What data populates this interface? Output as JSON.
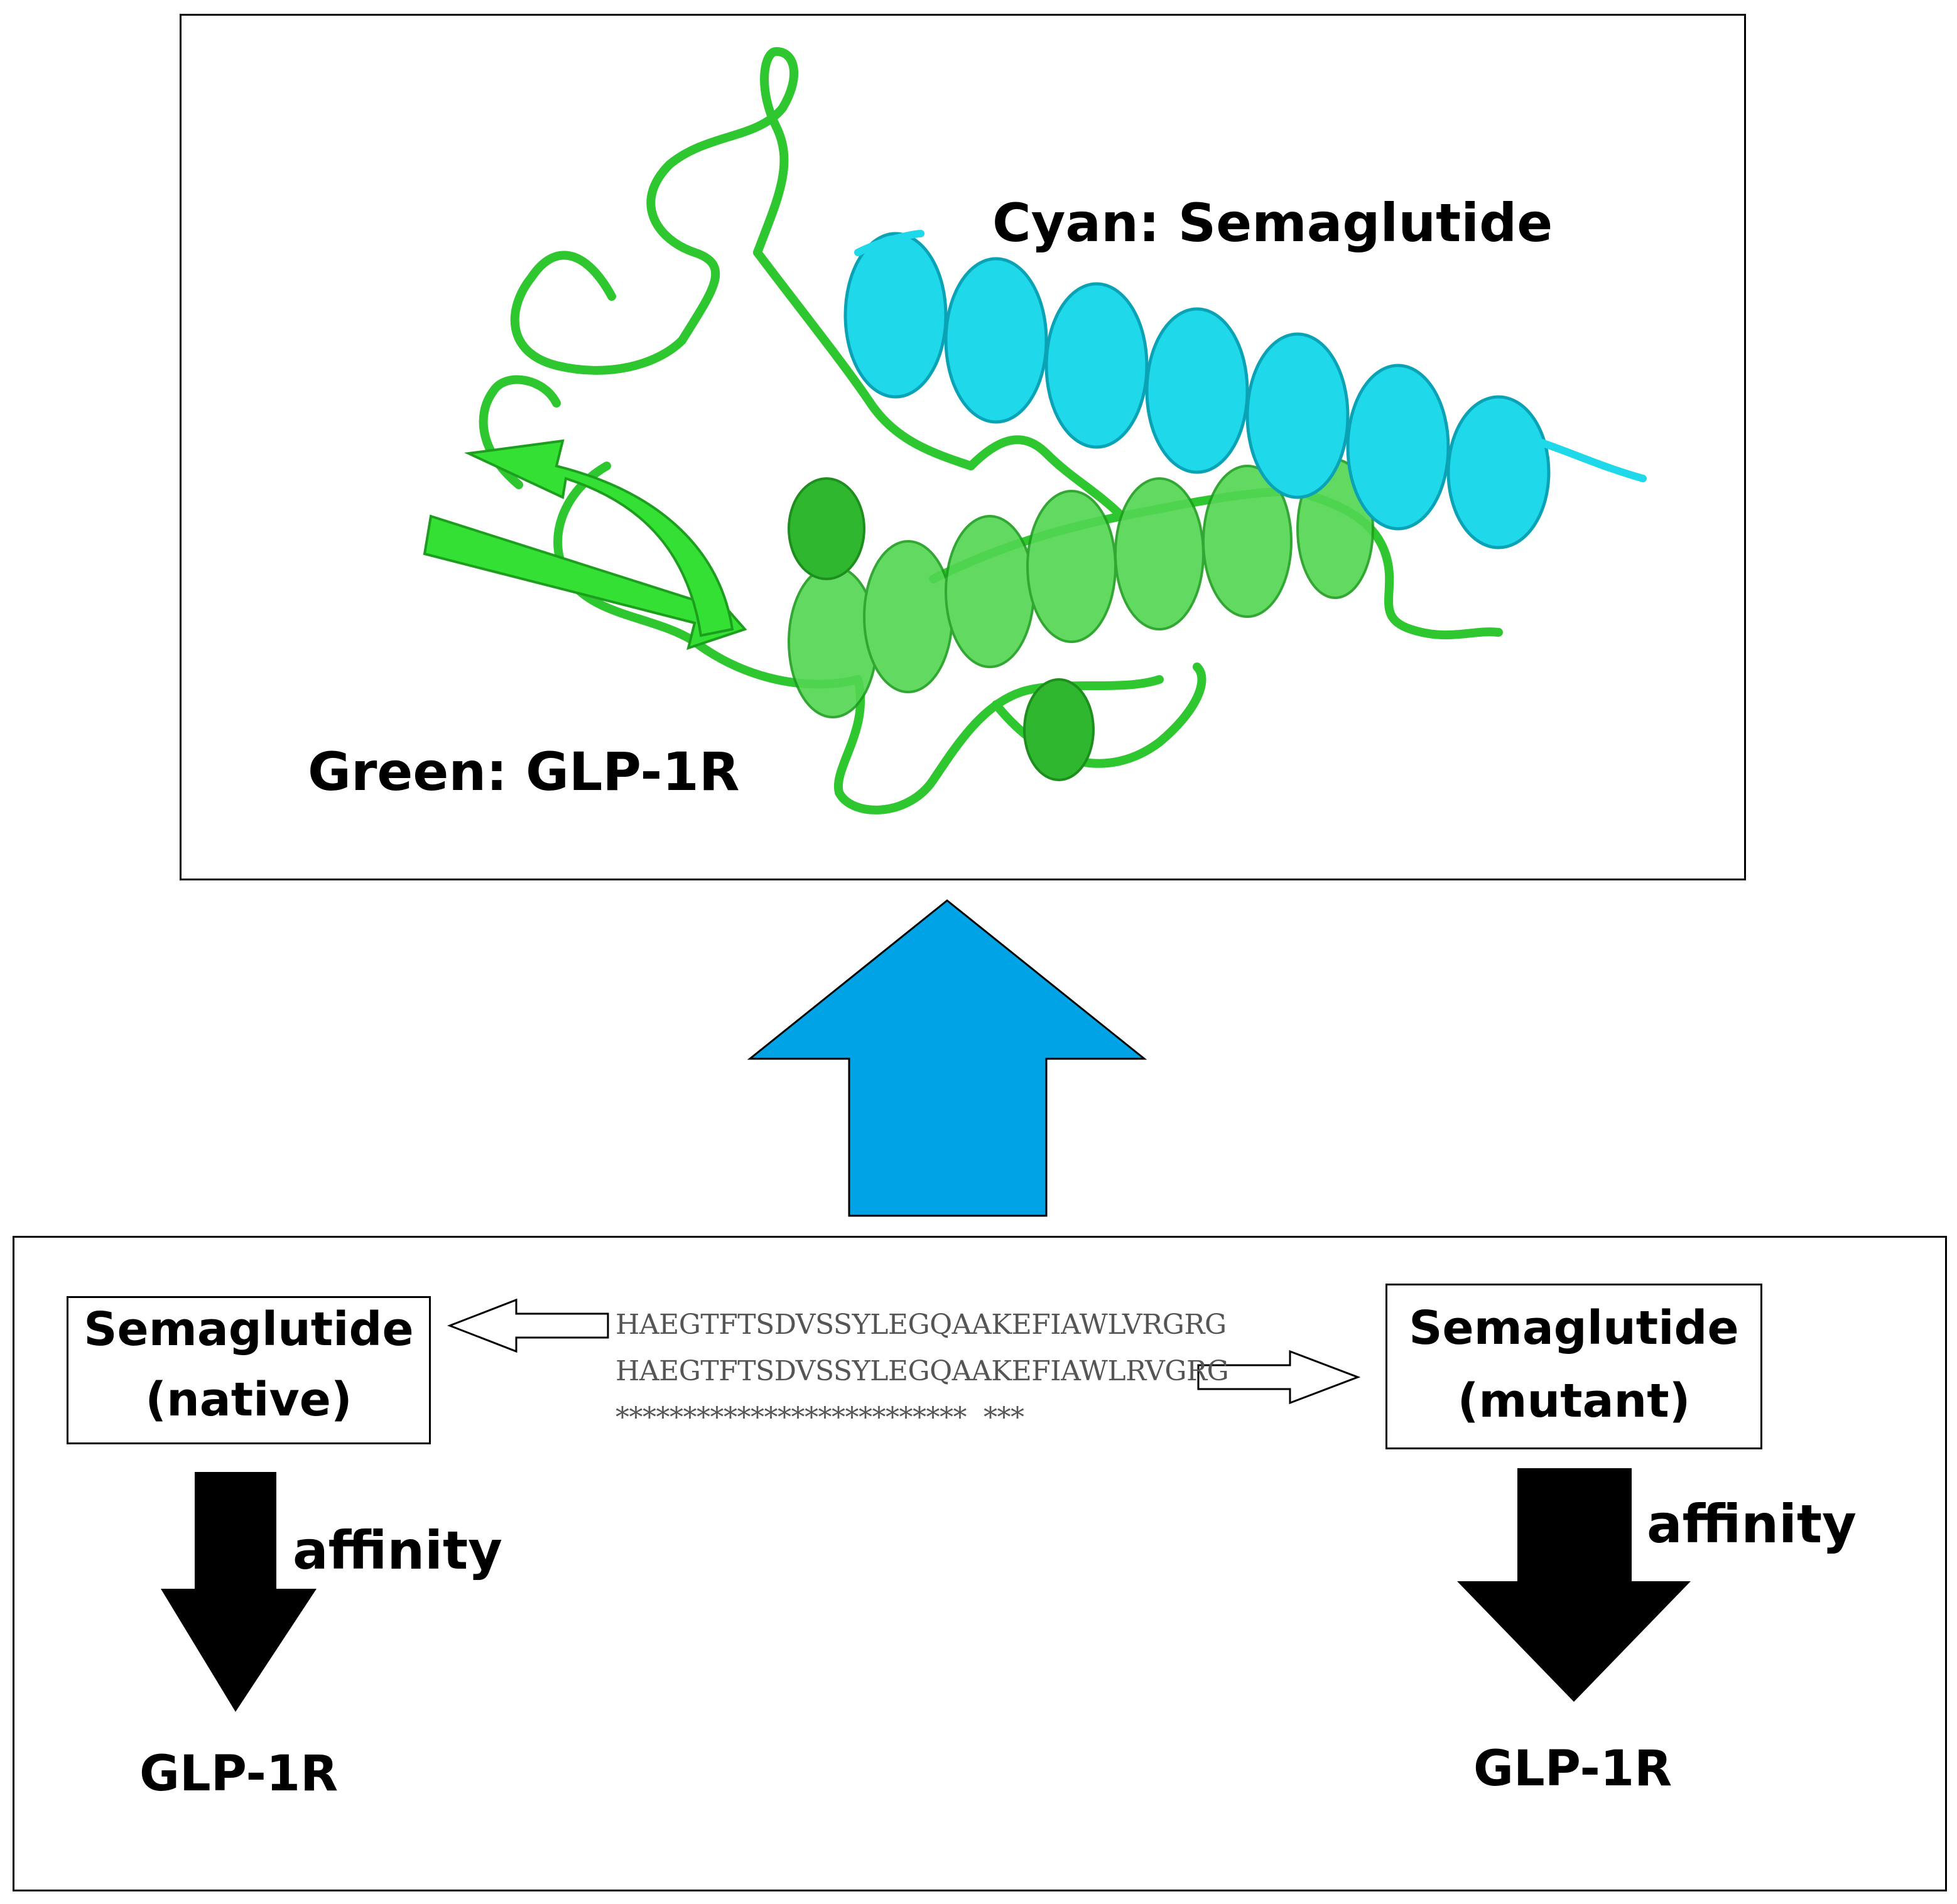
{
  "structure_panel": {
    "cyan_label": "Cyan: Semaglutide",
    "green_label": "Green: GLP-1R",
    "colors": {
      "semaglutide": "#1fd3e6",
      "glp1r": "#2fcf2f"
    }
  },
  "up_arrow": {
    "color": "#00a3e6"
  },
  "comparison_panel": {
    "native_box": {
      "line1": "Semaglutide",
      "line2": "(native)"
    },
    "mutant_box": {
      "line1": "Semaglutide",
      "line2": "(mutant)"
    },
    "alignment": {
      "native_seq": "HAEGTFTSDVSSYLEGQAAKEFIAWLVRGRG",
      "mutant_seq": "HAEGTFTSDVSSYLEGQAAKEFIAWLRVGRG",
      "conservation": "**************************  ***"
    },
    "left_affinity": "affinity",
    "right_affinity": "affinity",
    "left_target": "GLP-1R",
    "right_target": "GLP-1R"
  }
}
